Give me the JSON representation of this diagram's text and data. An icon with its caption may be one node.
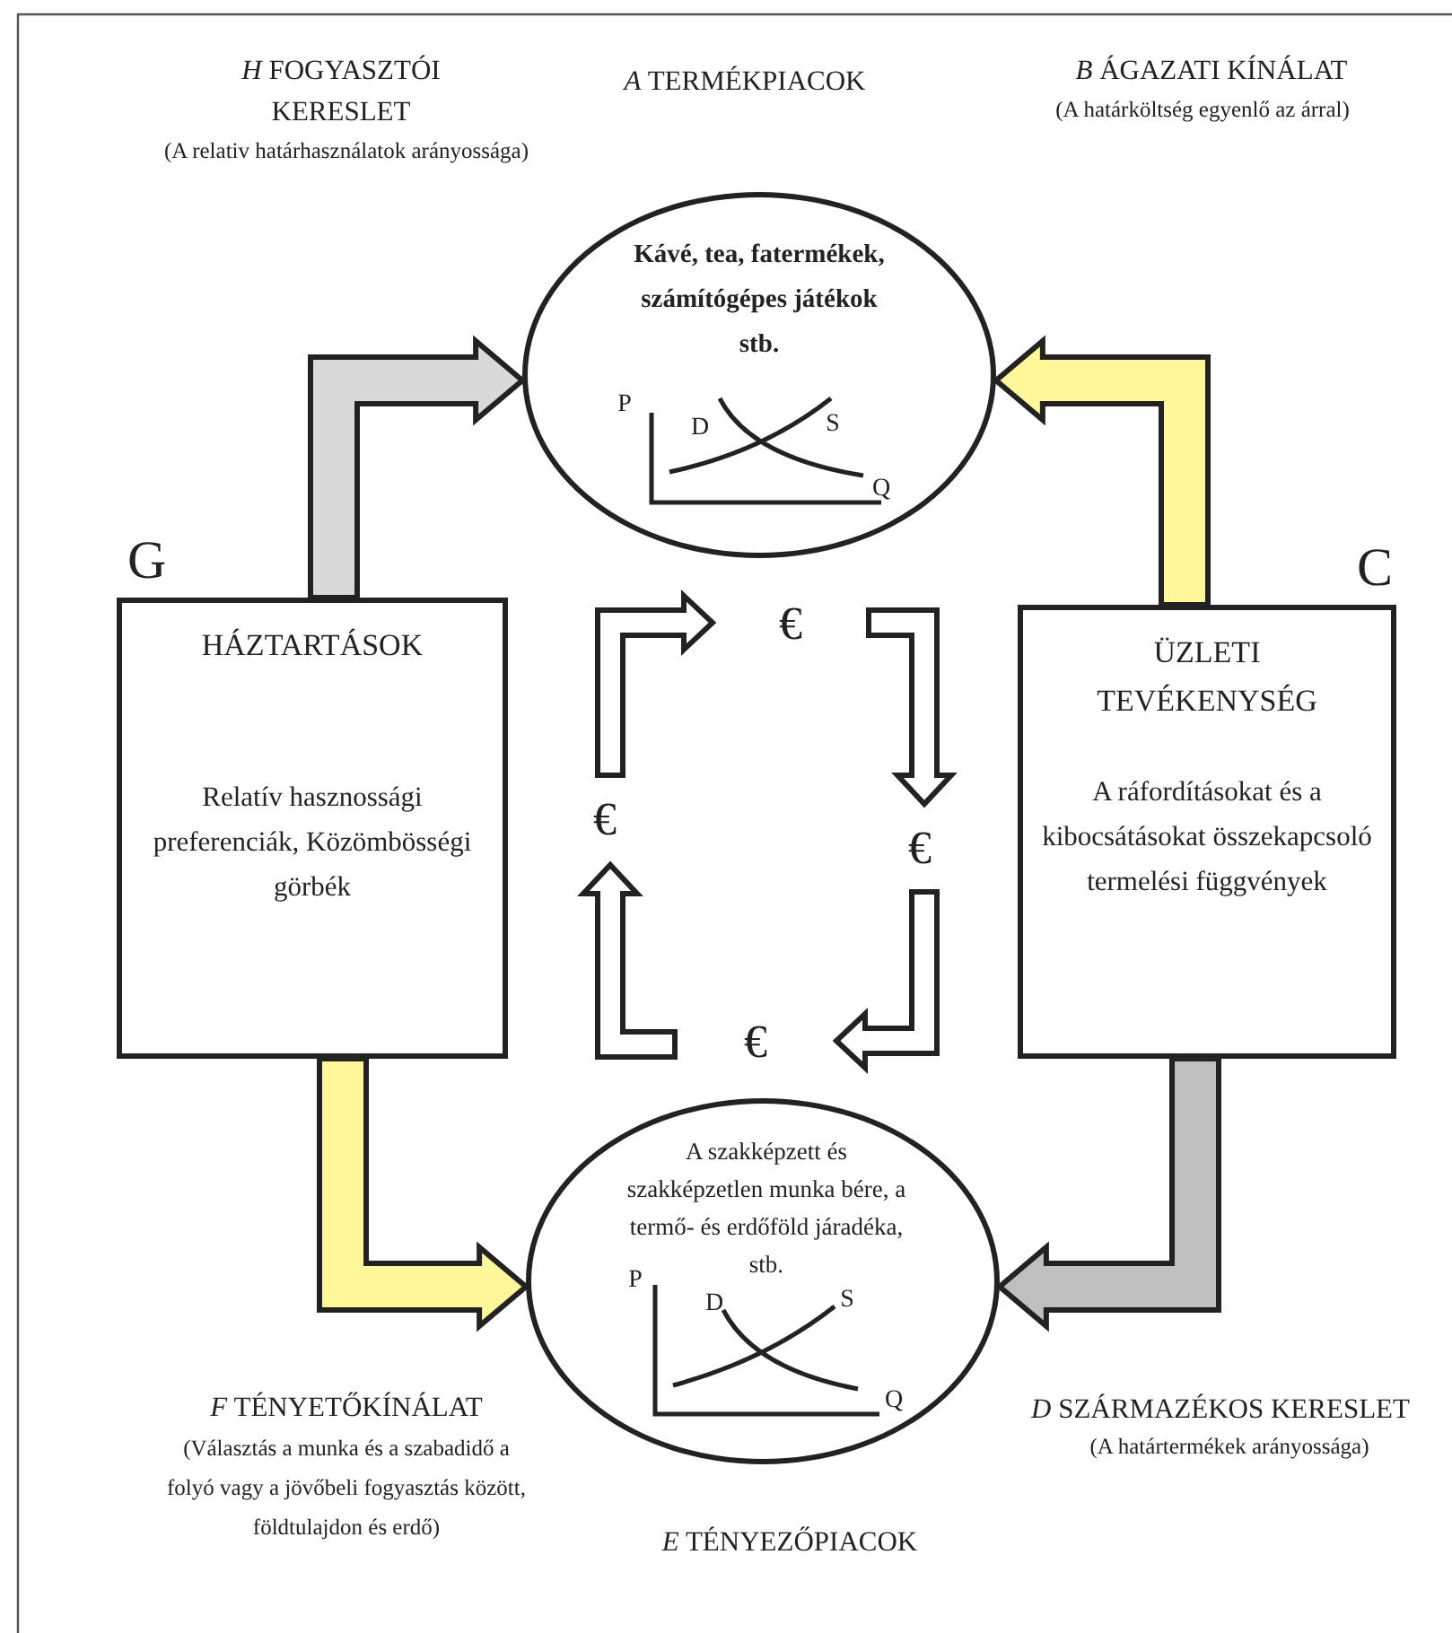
{
  "diagram": {
    "nodes": [
      {
        "text": [
          "Kávé, tea, fatermékek, számítógépes játékok stb."
        ]
      },
      {
        "text": [
          "HÁZTARTÁSOK",
          "Relatív hasznossági preferenciák, Közömbösségi görbék"
        ],
        "beside": [
          "G"
        ]
      },
      {
        "text": [
          "ÜZLETI TEVÉKENYSÉG",
          "A ráfordításokat és a kibocsátásokat összekapcsoló termelési függvények"
        ],
        "beside": [
          "C"
        ]
      },
      {
        "text": [
          "A szakképzett és szakképzetlen munka bére, a termő- és erdőföld járadéka, stb."
        ]
      },
      {
        "text": [
          "€"
        ]
      },
      {
        "text": [
          "€"
        ]
      },
      {
        "text": [
          "€"
        ]
      },
      {
        "text": [
          "€"
        ]
      }
    ],
    "edges": [
      {
        "from": 1,
        "to": 0,
        "arrow": "to",
        "style": "thick",
        "color": "#d9d9d9"
      },
      {
        "from": 2,
        "to": 0,
        "arrow": "to",
        "style": "thick",
        "color": "#fff799"
      },
      {
        "from": 1,
        "to": 3,
        "arrow": "to",
        "style": "thick",
        "color": "#fff799"
      },
      {
        "from": 2,
        "to": 3,
        "arrow": "to",
        "style": "thick",
        "color": "#bfbfbf"
      },
      {
        "from": 7,
        "to": 4,
        "arrow": "to",
        "style": "thick",
        "color": "#ffffff"
      },
      {
        "from": 4,
        "to": 5,
        "arrow": "to",
        "style": "thick",
        "color": "#ffffff"
      },
      {
        "from": 5,
        "to": 6,
        "arrow": "to",
        "style": "thick",
        "color": "#ffffff"
      },
      {
        "from": 6,
        "to": 7,
        "arrow": "to",
        "style": "thick",
        "color": "#ffffff"
      }
    ],
    "labels": [
      "*H* FOGYASZTÓI KERESLET",
      "(A relativ határhasználatok arányossága)",
      "*A* TERMÉKPIACOK",
      "*B* ÁGAZATI KÍNÁLAT",
      "(A határköltség egyenlő az árral)",
      "P",
      "D",
      "S",
      "Q",
      "P",
      "D",
      "S",
      "*F* TÉNYETŐKÍNÁLAT",
      "Q",
      "*D* SZÁRMAZÉKOS KERESLET",
      "(Választás a munka és a szabadidő a folyó vagy a jövőbeli fogyasztás között, földtulajdon és erdő)",
      "(A határtermékek arányossága)",
      "*E* TÉNYEZŐPIACOK"
    ]
  }
}
